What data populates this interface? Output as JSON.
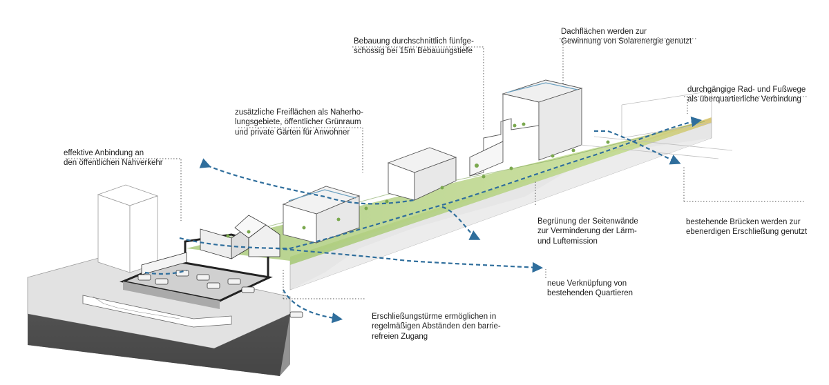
{
  "annotations": {
    "bebauung": [
      "Bebauung durchschnittlich fünfge-",
      "schossig bei 15m Bebauungstiefe"
    ],
    "dachflaechen": [
      "Dachflächen werden zur",
      "Gewinnung von Solarenergie genutzt"
    ],
    "radwege": [
      "durchgängige Rad- und Fußwege",
      "als überquartierliche Verbindung"
    ],
    "freiflaechen": [
      "zusätzliche Freiflächen als Naherho-",
      "lungsgebiete, öffentlicher Grünraum",
      "und private Gärten für Anwohner"
    ],
    "anbindung": [
      "effektive Anbindung an",
      "den öffentlichen Nahverkehr"
    ],
    "begruenung": [
      "Begrünung der Seitenwände",
      "zur Verminderung der Lärm-",
      "und Luftemission"
    ],
    "bruecken": [
      "bestehende Brücken werden zur",
      "ebenerdigen Erschließung genutzt"
    ],
    "verknuepfung": [
      "neue Verknüpfung von",
      "bestehenden Quartieren"
    ],
    "erschliessung": [
      "Erschließungstürme ermöglichen in",
      "regelmäßigen Abständen den barrie-",
      "refreien Zugang"
    ]
  },
  "colors": {
    "path": "#2f6e9c",
    "green": "#b8d48a",
    "ground": "#d9d9d9",
    "soil": "#5a5a5a",
    "leader": "#555555"
  }
}
